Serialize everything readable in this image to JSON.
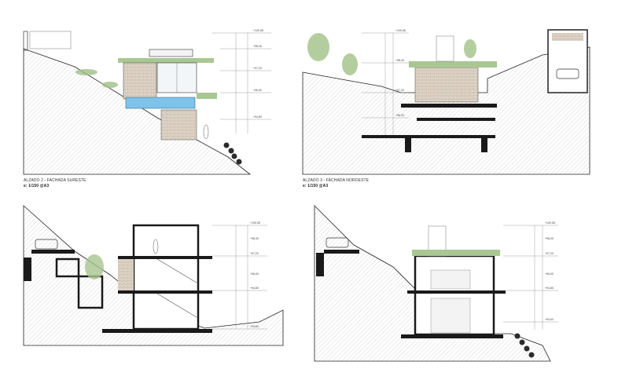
{
  "captions": {
    "top_left": {
      "title": "ALZADO 2 - FACHADA SURESTE",
      "scale": "e: 1/150 @A3"
    },
    "top_right": {
      "title": "ALZADO 3 - FACHADA NOROESTE",
      "scale": "e: 1/150 @A3"
    }
  },
  "level_marks": {
    "tl": [
      "+100,08",
      "+98,40",
      "+97,20",
      "+96,00",
      "+94,80"
    ],
    "tr": [
      "+100,08",
      "+98,40",
      "+97,20",
      "+96,00"
    ],
    "bl": [
      "+100,08",
      "+98,40",
      "+97,20",
      "+96,00",
      "+94,80",
      "+93,60"
    ],
    "br": [
      "+100,08",
      "+98,40",
      "+97,20",
      "+96,00",
      "+94,80",
      "+93,60"
    ]
  },
  "colors": {
    "line": "#222222",
    "hatch": "#bdbdbd",
    "glass": "#7fc3ea",
    "stone": "#d8cfc2",
    "vegetation": "#8fb57a",
    "slab": "#1a1a1a"
  }
}
